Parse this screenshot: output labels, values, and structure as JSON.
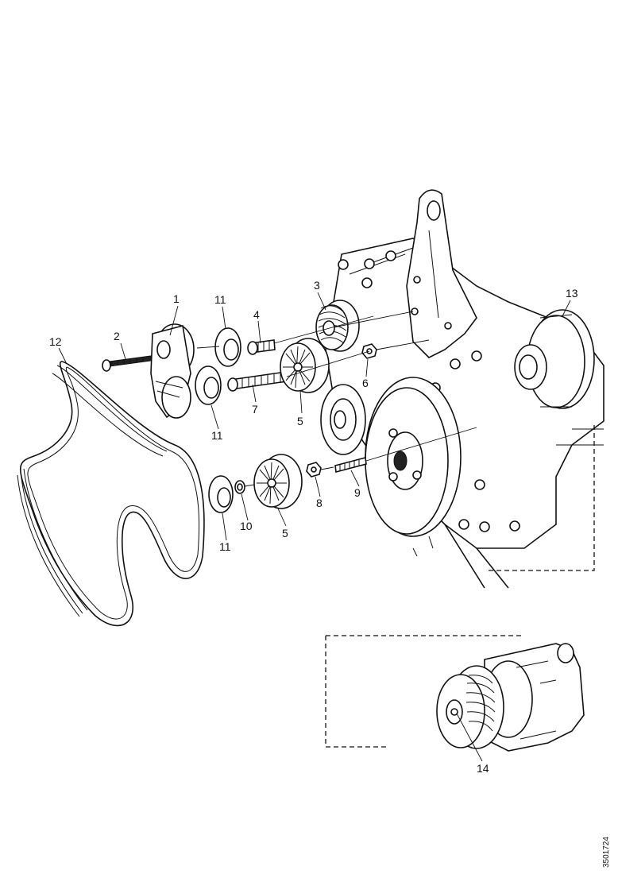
{
  "diagram": {
    "callouts": {
      "c1": "1",
      "c2": "2",
      "c3": "3",
      "c4": "4",
      "c5a": "5",
      "c5b": "5",
      "c6": "6",
      "c7": "7",
      "c8": "8",
      "c9": "9",
      "c10": "10",
      "c11a": "11",
      "c11b": "11",
      "c11c": "11",
      "c12": "12",
      "c13": "13",
      "c14": "14"
    },
    "figure_code": "3501724"
  }
}
